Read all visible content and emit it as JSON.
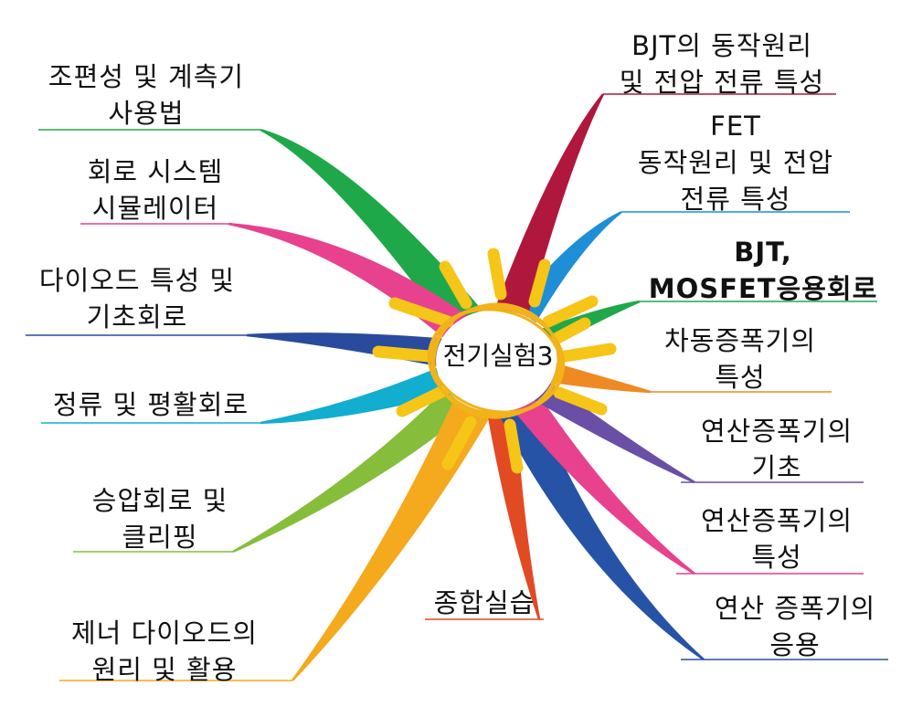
{
  "center": {
    "title": "전기실험3"
  },
  "colors": {
    "sun": "#f5c518",
    "sun_dark": "#e6a800",
    "ring": "#f2b21a"
  },
  "branches": [
    {
      "id": "b1",
      "label": "조편성 및 계측기\n사용법",
      "color": "#1fa84a"
    },
    {
      "id": "b2",
      "label": "회로 시스템\n시뮬레이터",
      "color": "#e8418e"
    },
    {
      "id": "b3",
      "label": "다이오드 특성 및\n기초회로",
      "color": "#2a4a9e"
    },
    {
      "id": "b4",
      "label": "정류 및 평활회로",
      "color": "#12aed0"
    },
    {
      "id": "b5",
      "label": "승압회로 및\n클리핑",
      "color": "#86bd3a"
    },
    {
      "id": "b6",
      "label": "제너 다이오드의\n원리 및 활용",
      "color": "#f5a91c"
    },
    {
      "id": "b7",
      "label": "종합실습",
      "color": "#e24a24"
    },
    {
      "id": "b8",
      "label": "연산 증폭기의\n응용",
      "color": "#2753a6"
    },
    {
      "id": "b9",
      "label": "연산증폭기의\n특성",
      "color": "#e8418e"
    },
    {
      "id": "b10",
      "label": "연산증폭기의\n기초",
      "color": "#6a4fa6"
    },
    {
      "id": "b11",
      "label": "차동증폭기의\n특성",
      "color": "#ef8a22"
    },
    {
      "id": "b12",
      "label": "BJT,\nMOSFET응용회로",
      "color": "#1fa84a"
    },
    {
      "id": "b13",
      "label": "FET\n동작원리 및 전압\n전류 특성",
      "color": "#1e8fd6"
    },
    {
      "id": "b14",
      "label": "BJT의 동작원리\n및 전압 전류 특성",
      "color": "#b0173c"
    }
  ]
}
